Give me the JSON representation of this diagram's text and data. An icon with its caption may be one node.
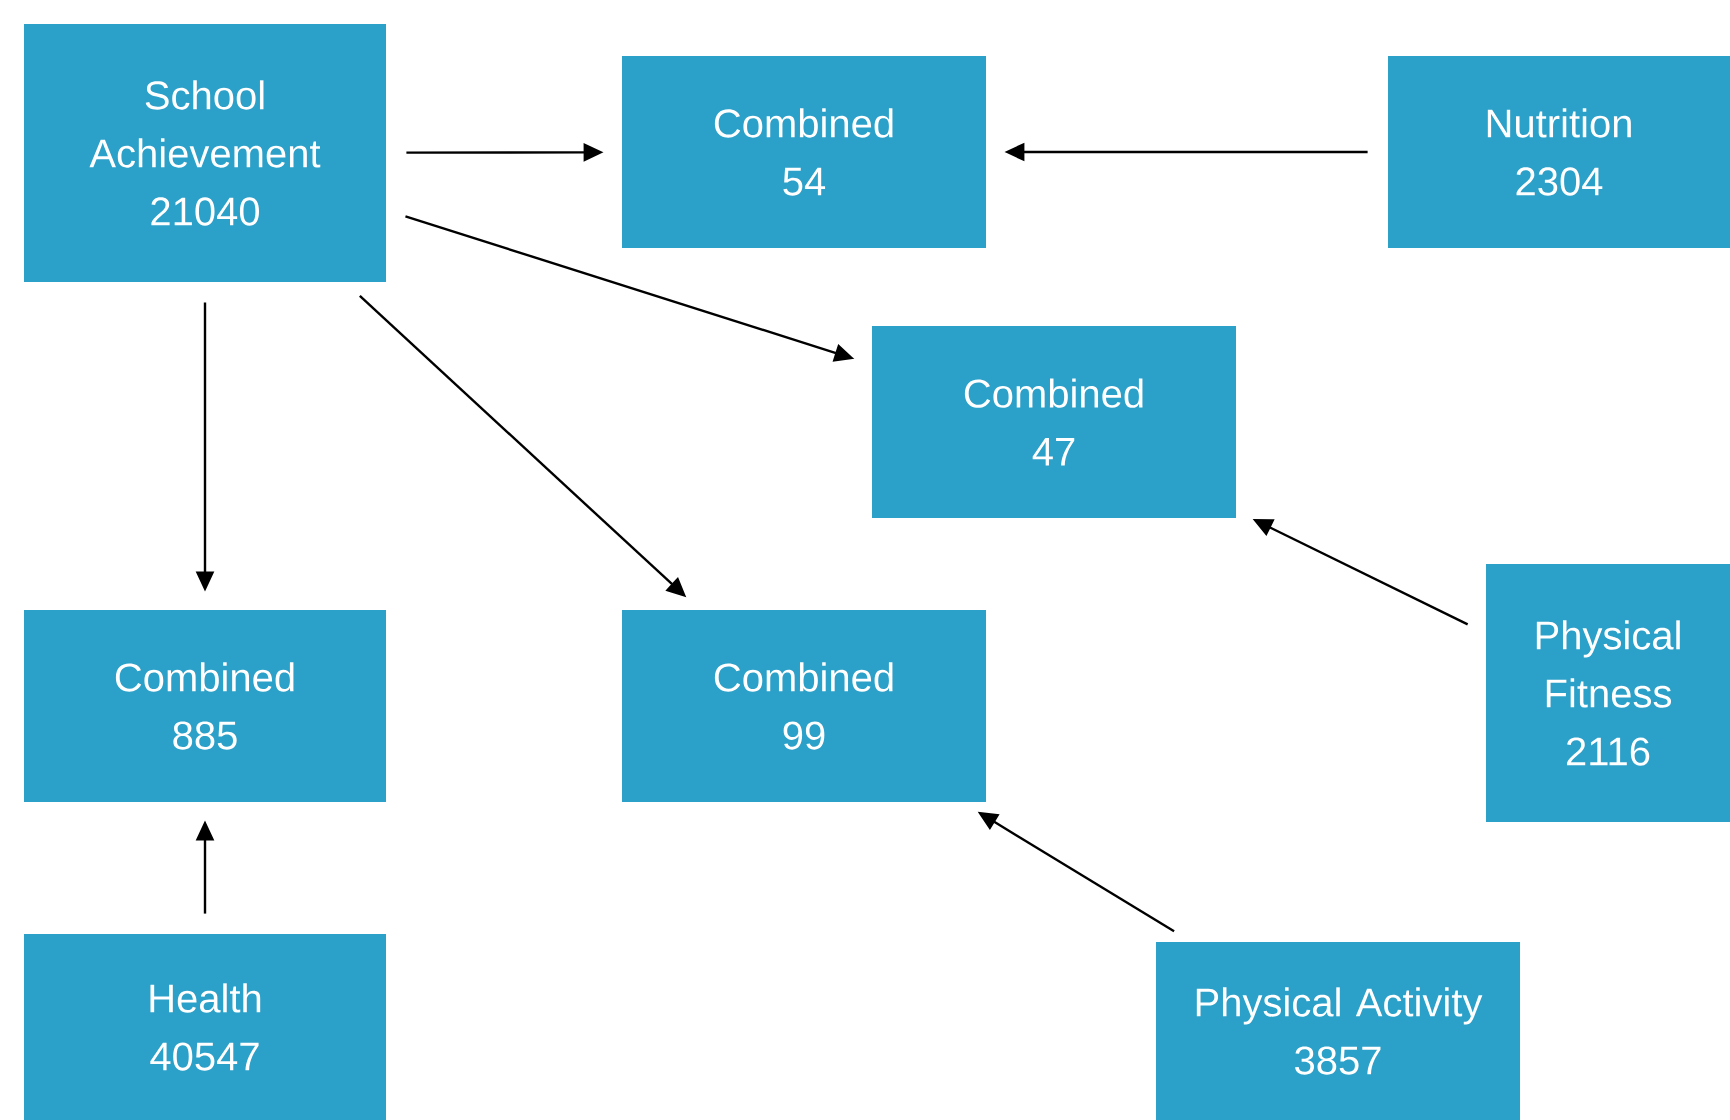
{
  "diagram": {
    "nodes": [
      {
        "text": [
          "School Achievement",
          "21040"
        ]
      },
      {
        "text": [
          "Combined",
          "54"
        ]
      },
      {
        "text": [
          "Nutrition",
          "2304"
        ]
      },
      {
        "text": [
          "Combined",
          "47"
        ]
      },
      {
        "text": [
          "Combined",
          "885"
        ]
      },
      {
        "text": [
          "Combined",
          "99"
        ]
      },
      {
        "text": [
          "Physical Fitness",
          "2116"
        ]
      },
      {
        "text": [
          "Health",
          "40547"
        ]
      },
      {
        "text": [
          "Physical Activity",
          "3857"
        ]
      }
    ],
    "edges": [
      {
        "from": 0,
        "to": 1,
        "arrow": "to"
      },
      {
        "from": 2,
        "to": 1,
        "arrow": "to"
      },
      {
        "from": 0,
        "to": 3,
        "arrow": "to"
      },
      {
        "from": 0,
        "to": 5,
        "arrow": "to"
      },
      {
        "from": 0,
        "to": 4,
        "arrow": "to"
      },
      {
        "from": 7,
        "to": 4,
        "arrow": "to"
      },
      {
        "from": 6,
        "to": 3,
        "arrow": "to"
      },
      {
        "from": 8,
        "to": 5,
        "arrow": "to"
      }
    ]
  }
}
